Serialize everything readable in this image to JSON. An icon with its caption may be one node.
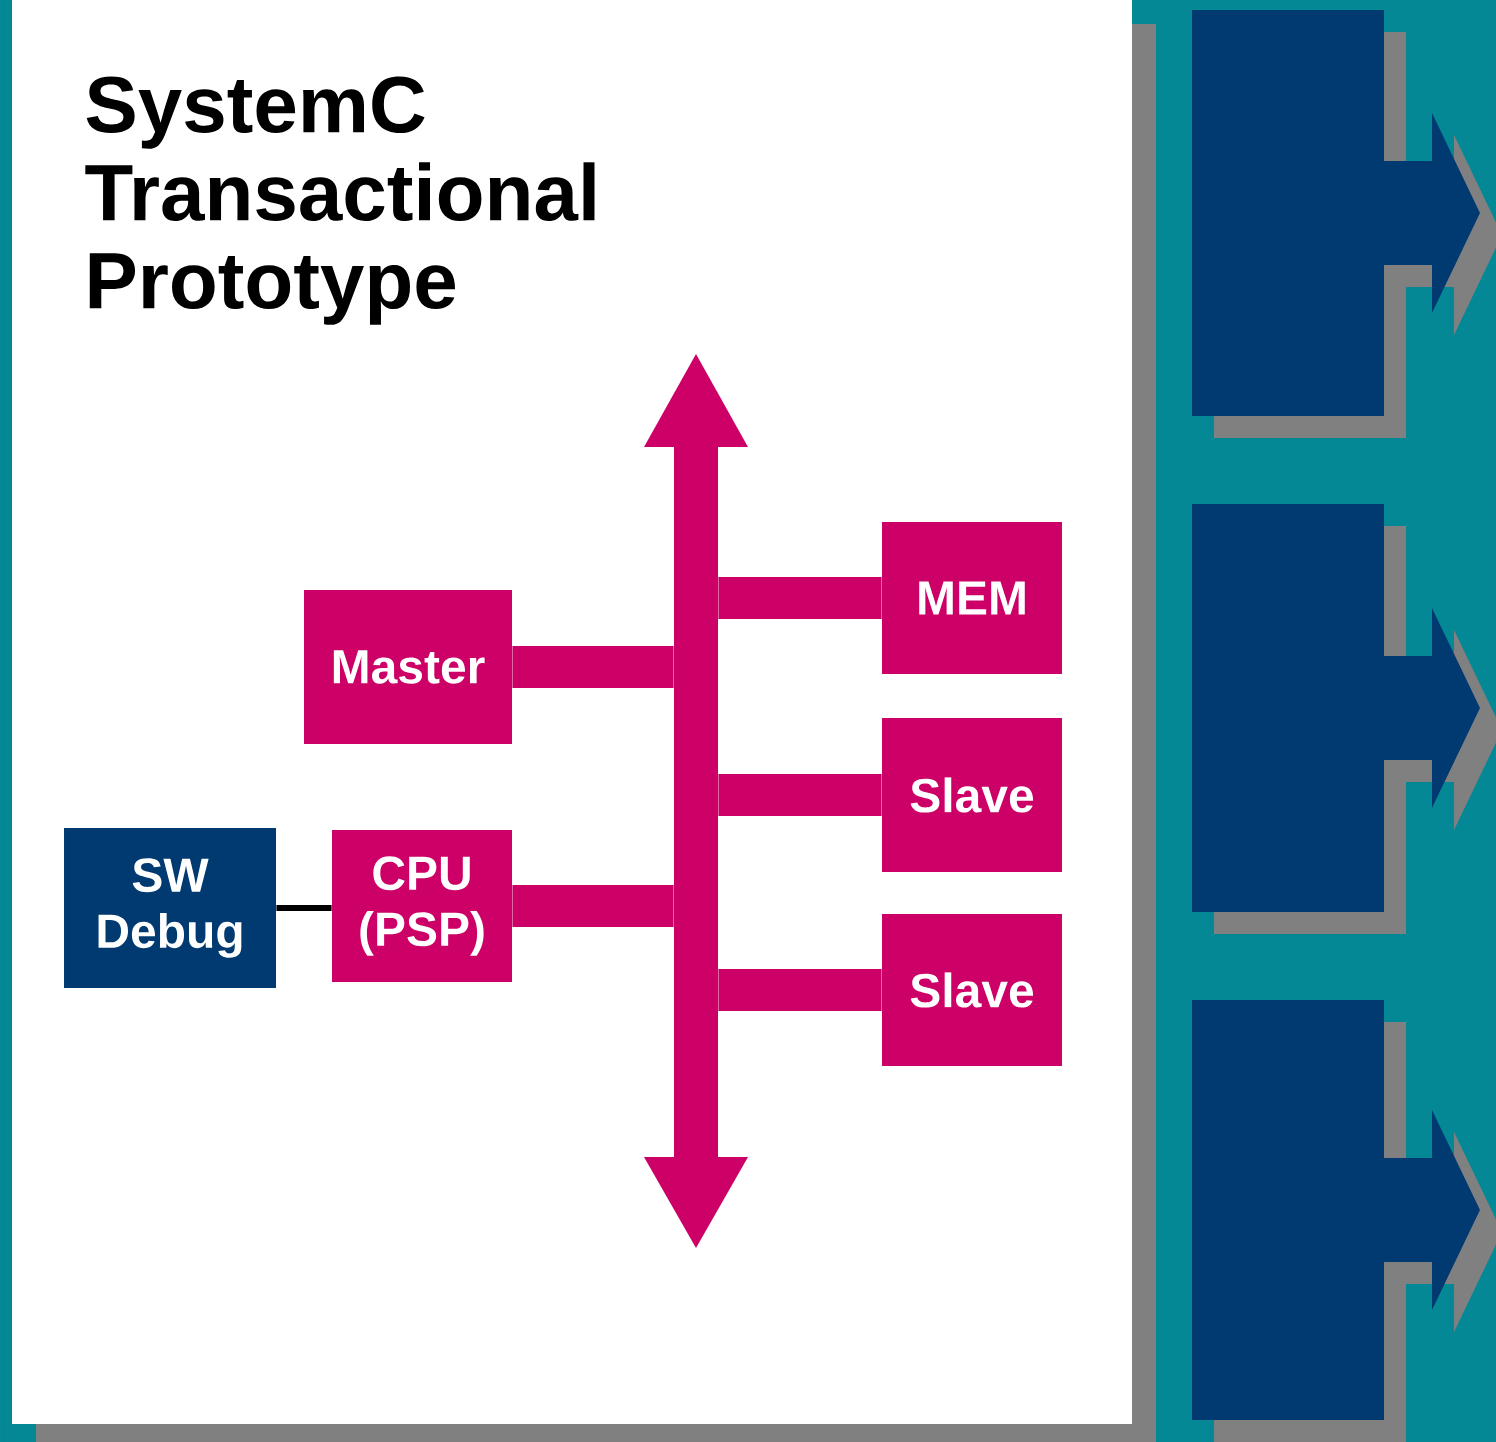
{
  "diagram": {
    "title": "SystemC Transactional Prototype",
    "nodes": [
      {
        "text": [],
        "shape": "bar"
      },
      {
        "text": [
          "Master"
        ]
      },
      {
        "text": [
          "SW Debug"
        ]
      },
      {
        "text": [
          "CPU (PSP)"
        ]
      },
      {
        "text": [
          "MEM"
        ]
      },
      {
        "text": [
          "Slave"
        ]
      },
      {
        "text": [
          "Slave"
        ]
      }
    ],
    "edges": [
      {
        "from": 1,
        "to": 0,
        "arrow": "none"
      },
      {
        "from": 2,
        "to": 3,
        "arrow": "none",
        "color": "#000000"
      },
      {
        "from": 3,
        "to": 0,
        "arrow": "none"
      },
      {
        "from": 0,
        "to": 4,
        "arrow": "none"
      },
      {
        "from": 0,
        "to": 5,
        "arrow": "none"
      },
      {
        "from": 0,
        "to": 6,
        "arrow": "none"
      }
    ]
  }
}
